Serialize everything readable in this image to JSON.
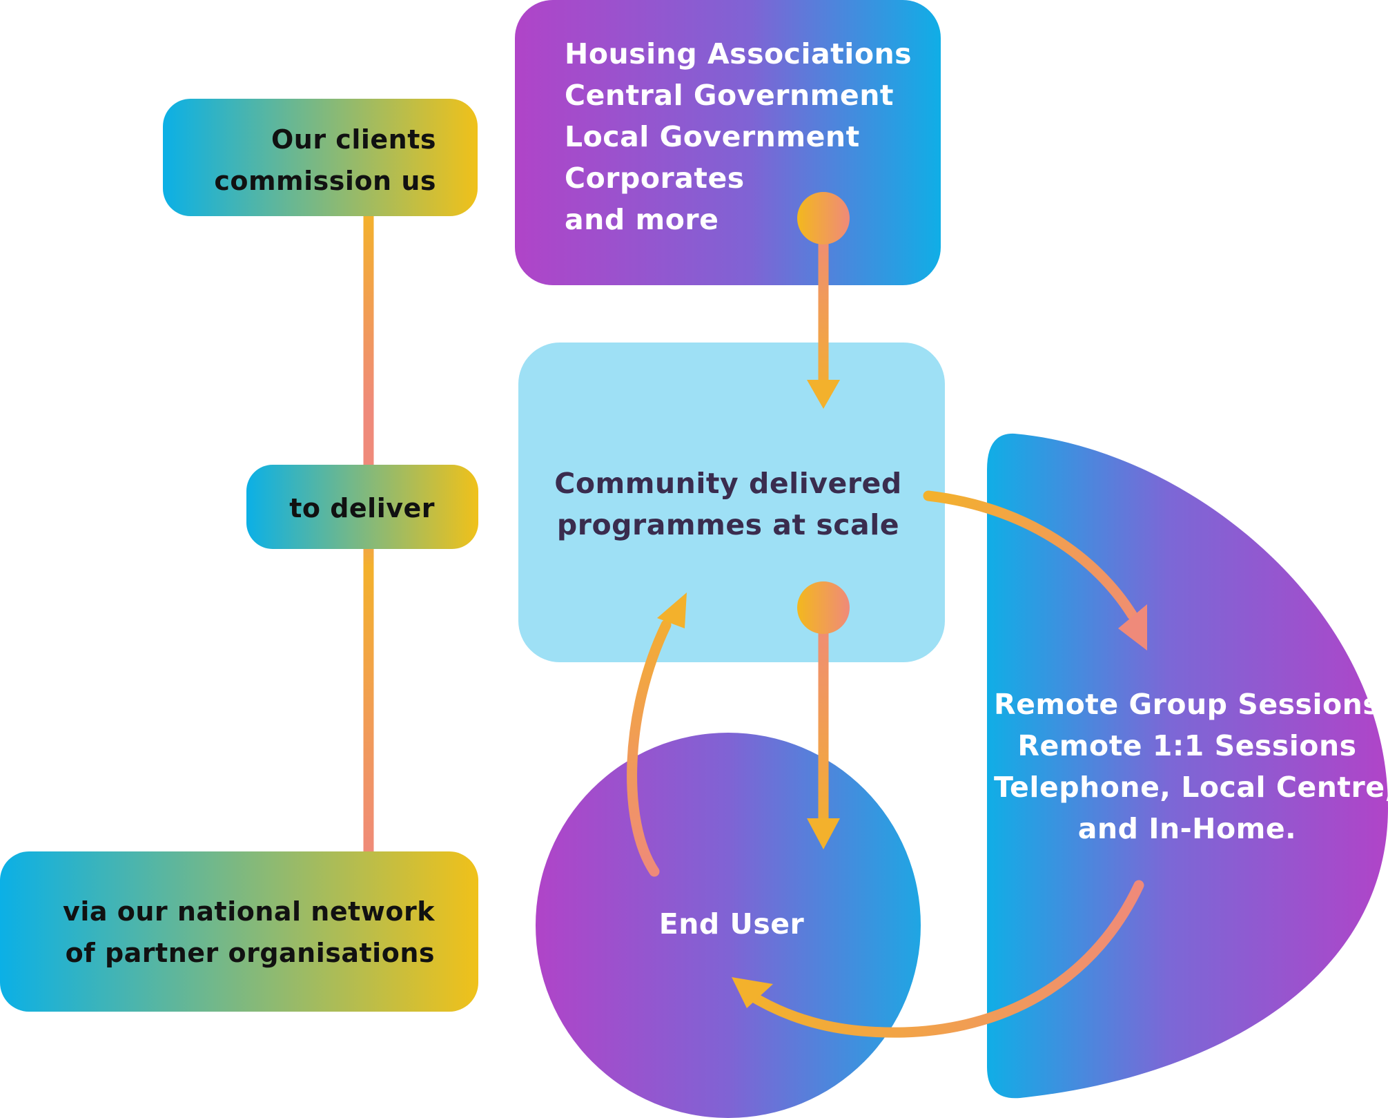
{
  "nodes": {
    "clients": {
      "text": "Our clients\ncommission us"
    },
    "deliver": {
      "text": "to deliver"
    },
    "network": {
      "text": "via our national network\nof partner organisations"
    },
    "client_list": {
      "text": "Housing Associations\nCentral Government\nLocal Government\nCorporates\nand more"
    },
    "community": {
      "text": "Community delivered\nprogrammes at scale"
    },
    "delivery_modes": {
      "text": "Remote Group Sessions,\nRemote 1:1 Sessions\nTelephone, Local Centre,\nand In-Home."
    },
    "end_user": {
      "text": "End User"
    }
  },
  "colors": {
    "cyan": "#0bb0e6",
    "blue": "#2c9ee0",
    "purple": "#b044c8",
    "yellow": "#f0c11a",
    "orange": "#f3b12c",
    "coral": "#ef8a7a",
    "light_blue": "#9ee0f5",
    "navy_text": "#3a2c4e"
  }
}
